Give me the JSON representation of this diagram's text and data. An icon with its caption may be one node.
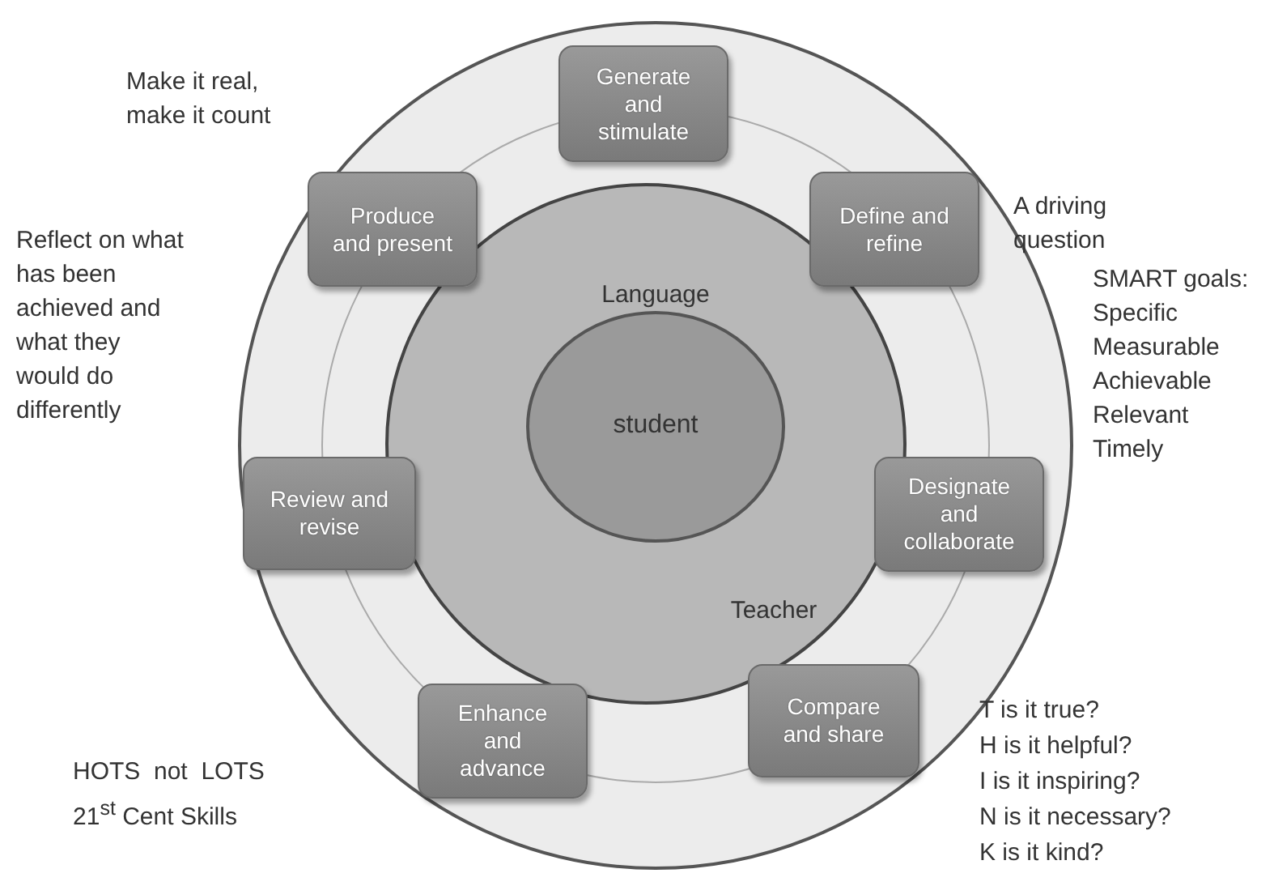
{
  "diagram": {
    "nodes": [
      {
        "text": [],
        "shape": "circle"
      },
      {
        "text": [
          "Language",
          "Teacher"
        ],
        "in": 0
      },
      {
        "text": [
          "student"
        ],
        "in": 1
      },
      {
        "text": [
          "Generate and stimulate"
        ],
        "in": 0
      },
      {
        "text": [
          "Define and refine"
        ],
        "in": 0
      },
      {
        "text": [
          "Designate and collaborate"
        ],
        "in": 0
      },
      {
        "text": [
          "Compare and share"
        ],
        "in": 0
      },
      {
        "text": [
          "Enhance and advance"
        ],
        "in": 0
      },
      {
        "text": [
          "Review and revise"
        ],
        "in": 0
      },
      {
        "text": [
          "Produce and present"
        ],
        "in": 0
      }
    ],
    "edges": [],
    "labels": [
      "Make it real, make it count",
      "A driving question",
      "SMART goals: Specific Measurable Achievable Relevant Timely",
      "Reflect on what has been achieved and what they would do differently",
      "T is it true?",
      "H is it helpful?",
      "I is it inspiring?",
      "N is it necessary?",
      "K is it kind?",
      "HOTS  not  LOTS",
      "21$^{st}$ Cent Skills"
    ]
  }
}
